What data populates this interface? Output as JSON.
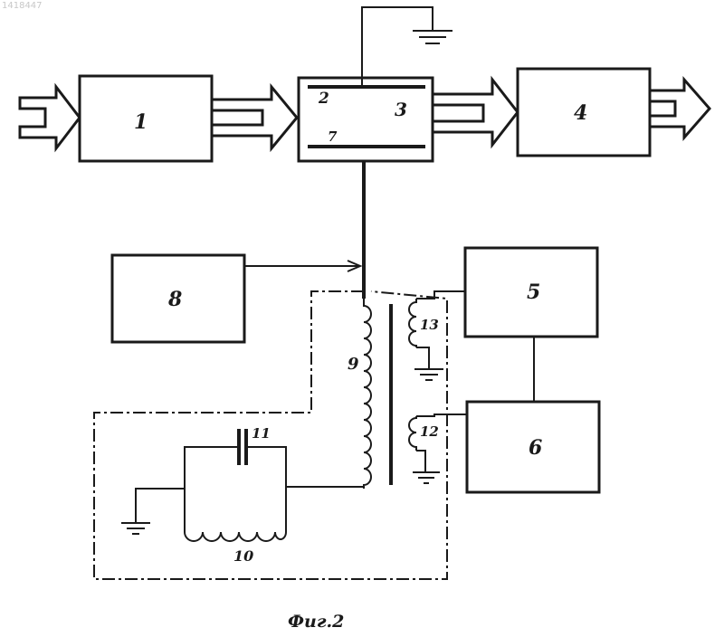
{
  "header_mark": "1418447",
  "blocks": {
    "b1": "1",
    "b3": "3",
    "b4": "4",
    "b5": "5",
    "b6": "6",
    "b8": "8"
  },
  "plates": {
    "upper": "2",
    "lower": "7"
  },
  "components": {
    "coil_9": "9",
    "coil_10": "10",
    "capacitor_11": "11",
    "coil_12": "12",
    "coil_13": "13"
  },
  "caption": "Фиг.2"
}
